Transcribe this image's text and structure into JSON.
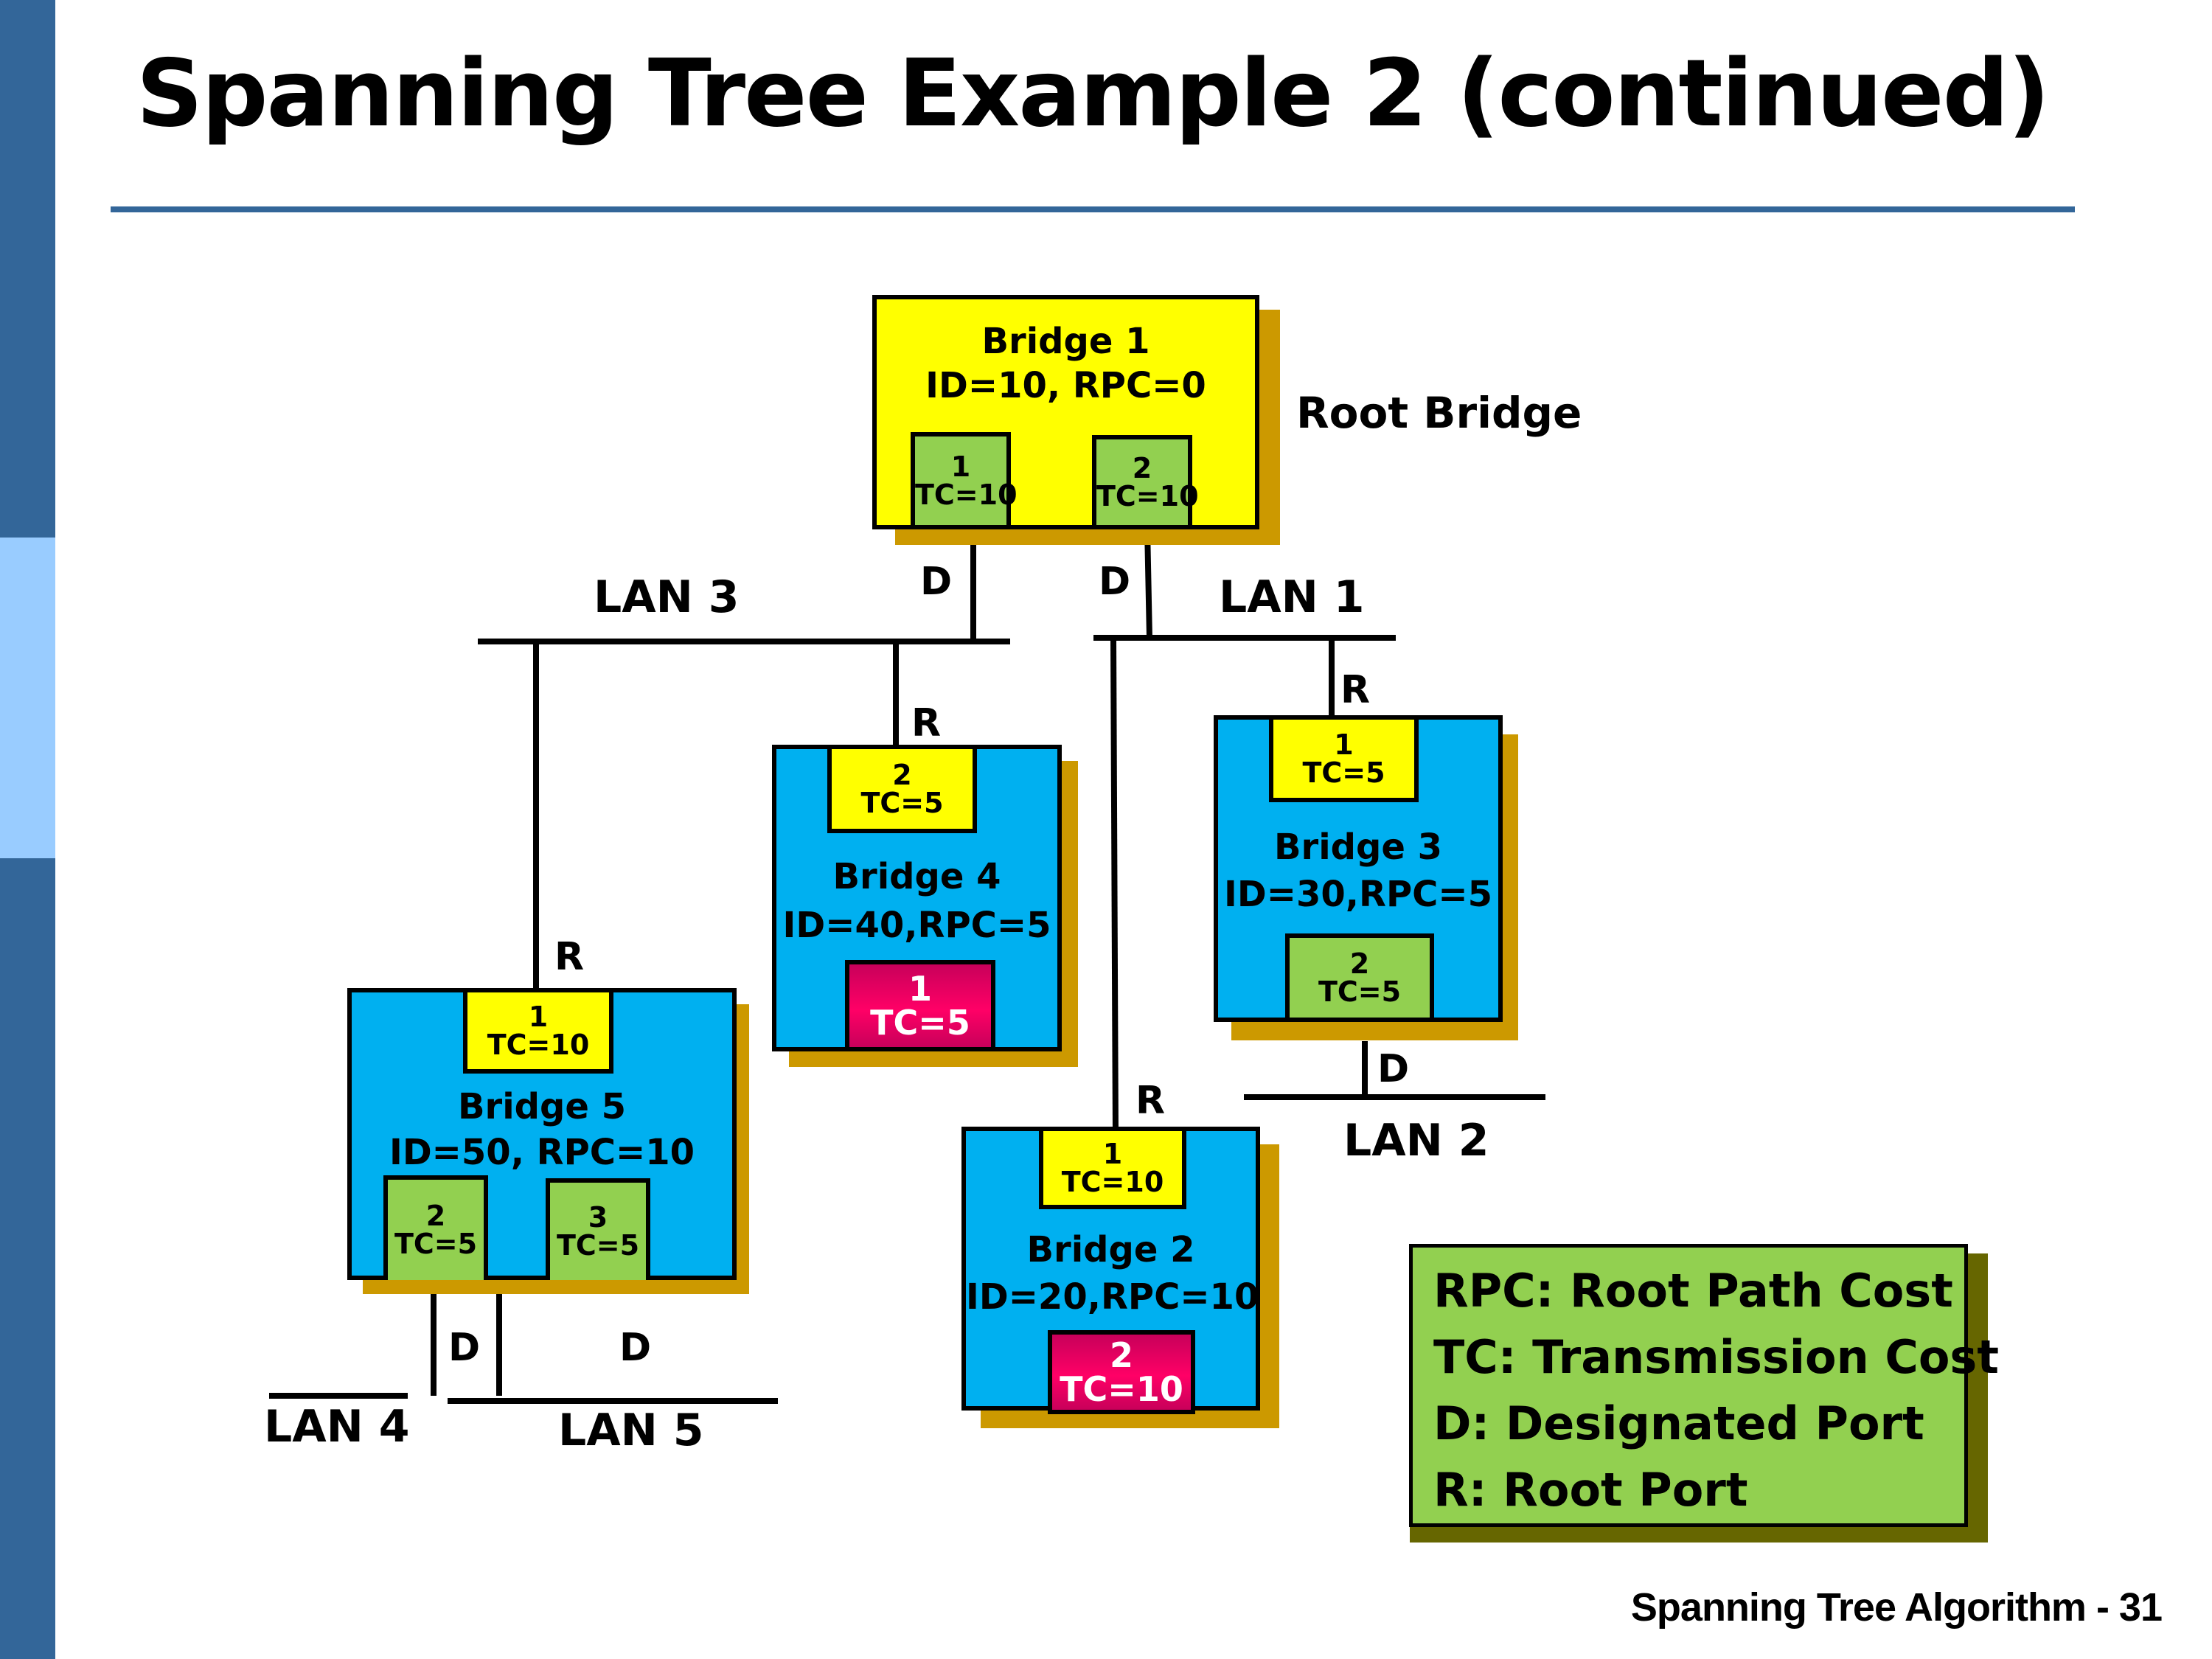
{
  "slide": {
    "title": "Spanning Tree Example 2 (continued)",
    "footer": "Spanning Tree Algorithm - 31",
    "colors": {
      "sidebar_dark": "#336699",
      "sidebar_light": "#99ccff",
      "root_bridge": "#ffff00",
      "bridge": "#00b0f0",
      "designated_port": "#92d050",
      "root_port": "#ffff00",
      "blocked_port": "#ff0066",
      "shadow": "#cc9900",
      "legend_bg": "#92d050",
      "legend_shadow": "#666600"
    }
  },
  "root_label": "Root Bridge",
  "bridges": {
    "b1": {
      "name": "Bridge 1",
      "info": "ID=10, RPC=0",
      "ports": [
        {
          "num": "1",
          "tc": "TC=10",
          "role": "D"
        },
        {
          "num": "2",
          "tc": "TC=10",
          "role": "D"
        }
      ]
    },
    "b2": {
      "name": "Bridge 2",
      "info": "ID=20,RPC=10",
      "ports": [
        {
          "num": "1",
          "tc": "TC=10",
          "role": "R"
        },
        {
          "num": "2",
          "tc": "TC=10",
          "role": "blocked"
        }
      ]
    },
    "b3": {
      "name": "Bridge 3",
      "info": "ID=30,RPC=5",
      "ports": [
        {
          "num": "1",
          "tc": "TC=5",
          "role": "R"
        },
        {
          "num": "2",
          "tc": "TC=5",
          "role": "D"
        }
      ]
    },
    "b4": {
      "name": "Bridge 4",
      "info": "ID=40,RPC=5",
      "ports": [
        {
          "num": "2",
          "tc": "TC=5",
          "role": "R"
        },
        {
          "num": "1",
          "tc": "TC=5",
          "role": "blocked"
        }
      ]
    },
    "b5": {
      "name": "Bridge 5",
      "info": "ID=50, RPC=10",
      "ports": [
        {
          "num": "1",
          "tc": "TC=10",
          "role": "R"
        },
        {
          "num": "2",
          "tc": "TC=5",
          "role": "D"
        },
        {
          "num": "3",
          "tc": "TC=5",
          "role": "D"
        }
      ]
    }
  },
  "lans": {
    "lan1": "LAN 1",
    "lan2": "LAN 2",
    "lan3": "LAN 3",
    "lan4": "LAN 4",
    "lan5": "LAN 5"
  },
  "port_roles": {
    "designated": "D",
    "root": "R"
  },
  "legend": [
    "RPC: Root Path Cost",
    "TC: Transmission  Cost",
    "D: Designated Port",
    "R:  Root Port"
  ]
}
